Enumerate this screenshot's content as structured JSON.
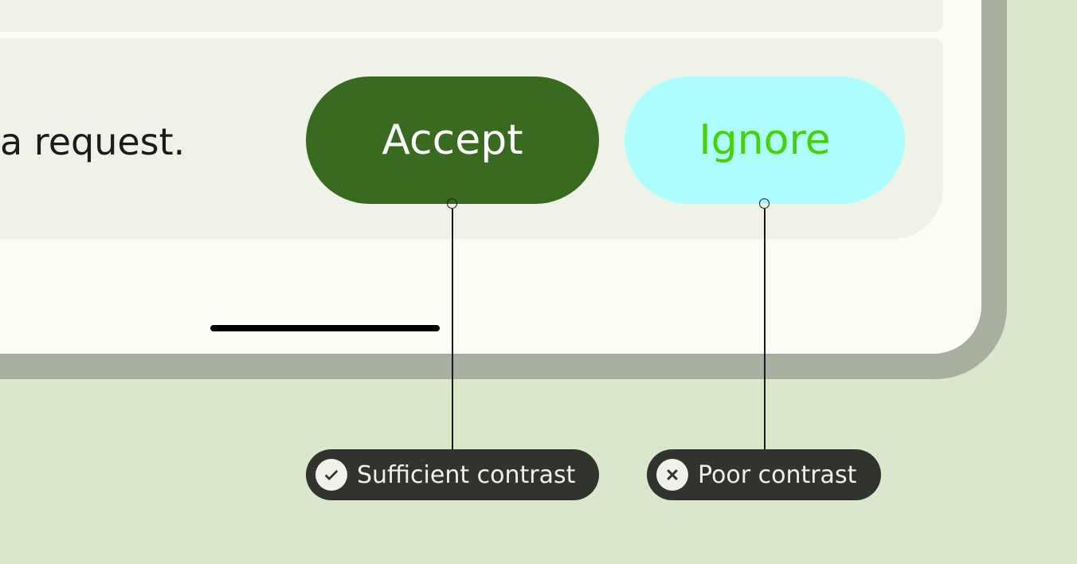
{
  "message": "a request.",
  "buttons": {
    "accept": "Accept",
    "ignore": "Ignore"
  },
  "annotations": [
    {
      "label": "Sufficient contrast",
      "icon": "check-icon"
    },
    {
      "label": "Poor contrast",
      "icon": "close-icon"
    }
  ],
  "colors": {
    "accept_bg": "#386a20",
    "accept_text": "#ffffff",
    "ignore_bg": "#adfffe",
    "ignore_text": "#46d200"
  }
}
